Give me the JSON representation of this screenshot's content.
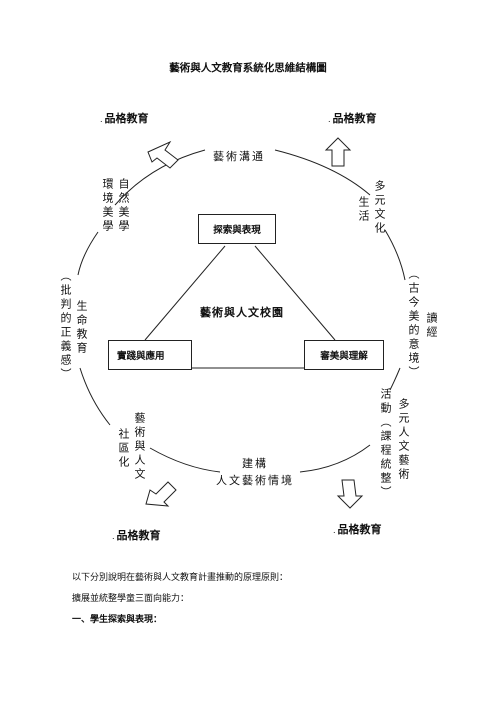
{
  "title": "藝術與人文教育系統化思維結構圖",
  "corners": {
    "top_left": "品格教育",
    "top_right": "品格教育",
    "bottom_left": "品格教育",
    "bottom_right": "品格教育"
  },
  "boxes": {
    "top": "探索與表現",
    "left": "實踐與應用",
    "right": "審美與理解"
  },
  "center": "藝術與人文校園",
  "ring": {
    "top": "藝術溝通",
    "top_left_col1": "環境美學",
    "top_left_col2": "自然美學",
    "top_right_col1": "生活",
    "top_right_col2": "多元文化",
    "left_col1": "（批判的正義感）",
    "left_col2": "生命教育",
    "right_col1": "（古今美的意境）",
    "right_col2": "讀經",
    "bottom_left_col1": "社區化",
    "bottom_left_col2": "藝術與人文",
    "bottom_line1": "建構",
    "bottom_line2": "人文藝術情境",
    "bottom_right_col1": "活動（課程統整）",
    "bottom_right_col2": "多元人文藝術"
  },
  "body": {
    "line1": "以下分別說明在藝術與人文教育計畫推動的原理原則：",
    "line2": "擴展並統整學童三面向能力：",
    "heading": "一、學生探索與表現："
  }
}
